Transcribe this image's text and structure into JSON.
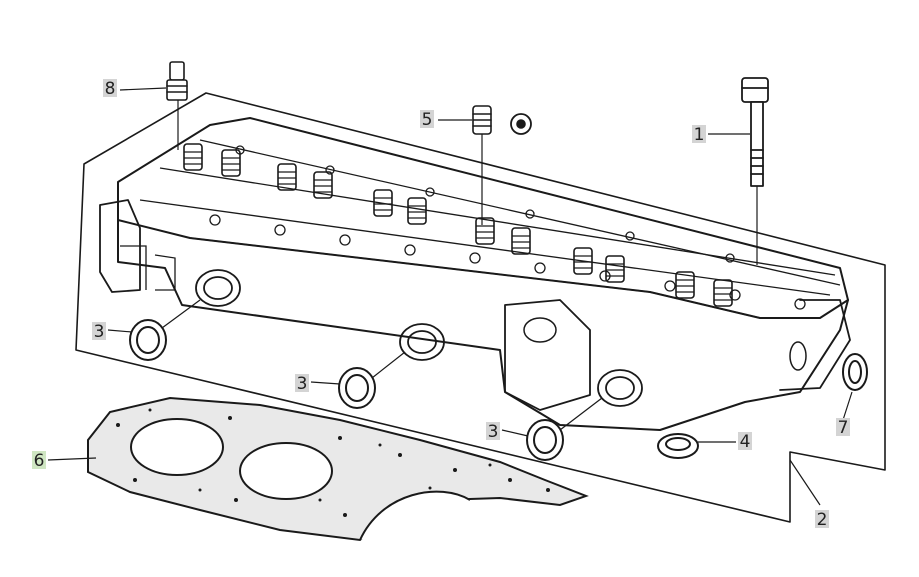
{
  "callouts": [
    {
      "number": "1",
      "part": "bolt"
    },
    {
      "number": "2",
      "part": "cylinder-head-assembly"
    },
    {
      "number": "3",
      "part": "seal-ring"
    },
    {
      "number": "3",
      "part": "seal-ring"
    },
    {
      "number": "3",
      "part": "seal-ring"
    },
    {
      "number": "4",
      "part": "seal-ring"
    },
    {
      "number": "5",
      "part": "plug"
    },
    {
      "number": "6",
      "part": "head-gasket"
    },
    {
      "number": "7",
      "part": "seal-ring"
    },
    {
      "number": "8",
      "part": "stud"
    }
  ],
  "colors": {
    "ink": "#1a1a1a",
    "label_box": "#d4d4d4",
    "label_box_highlight": "#cfe6c2",
    "paper": "#ffffff"
  }
}
